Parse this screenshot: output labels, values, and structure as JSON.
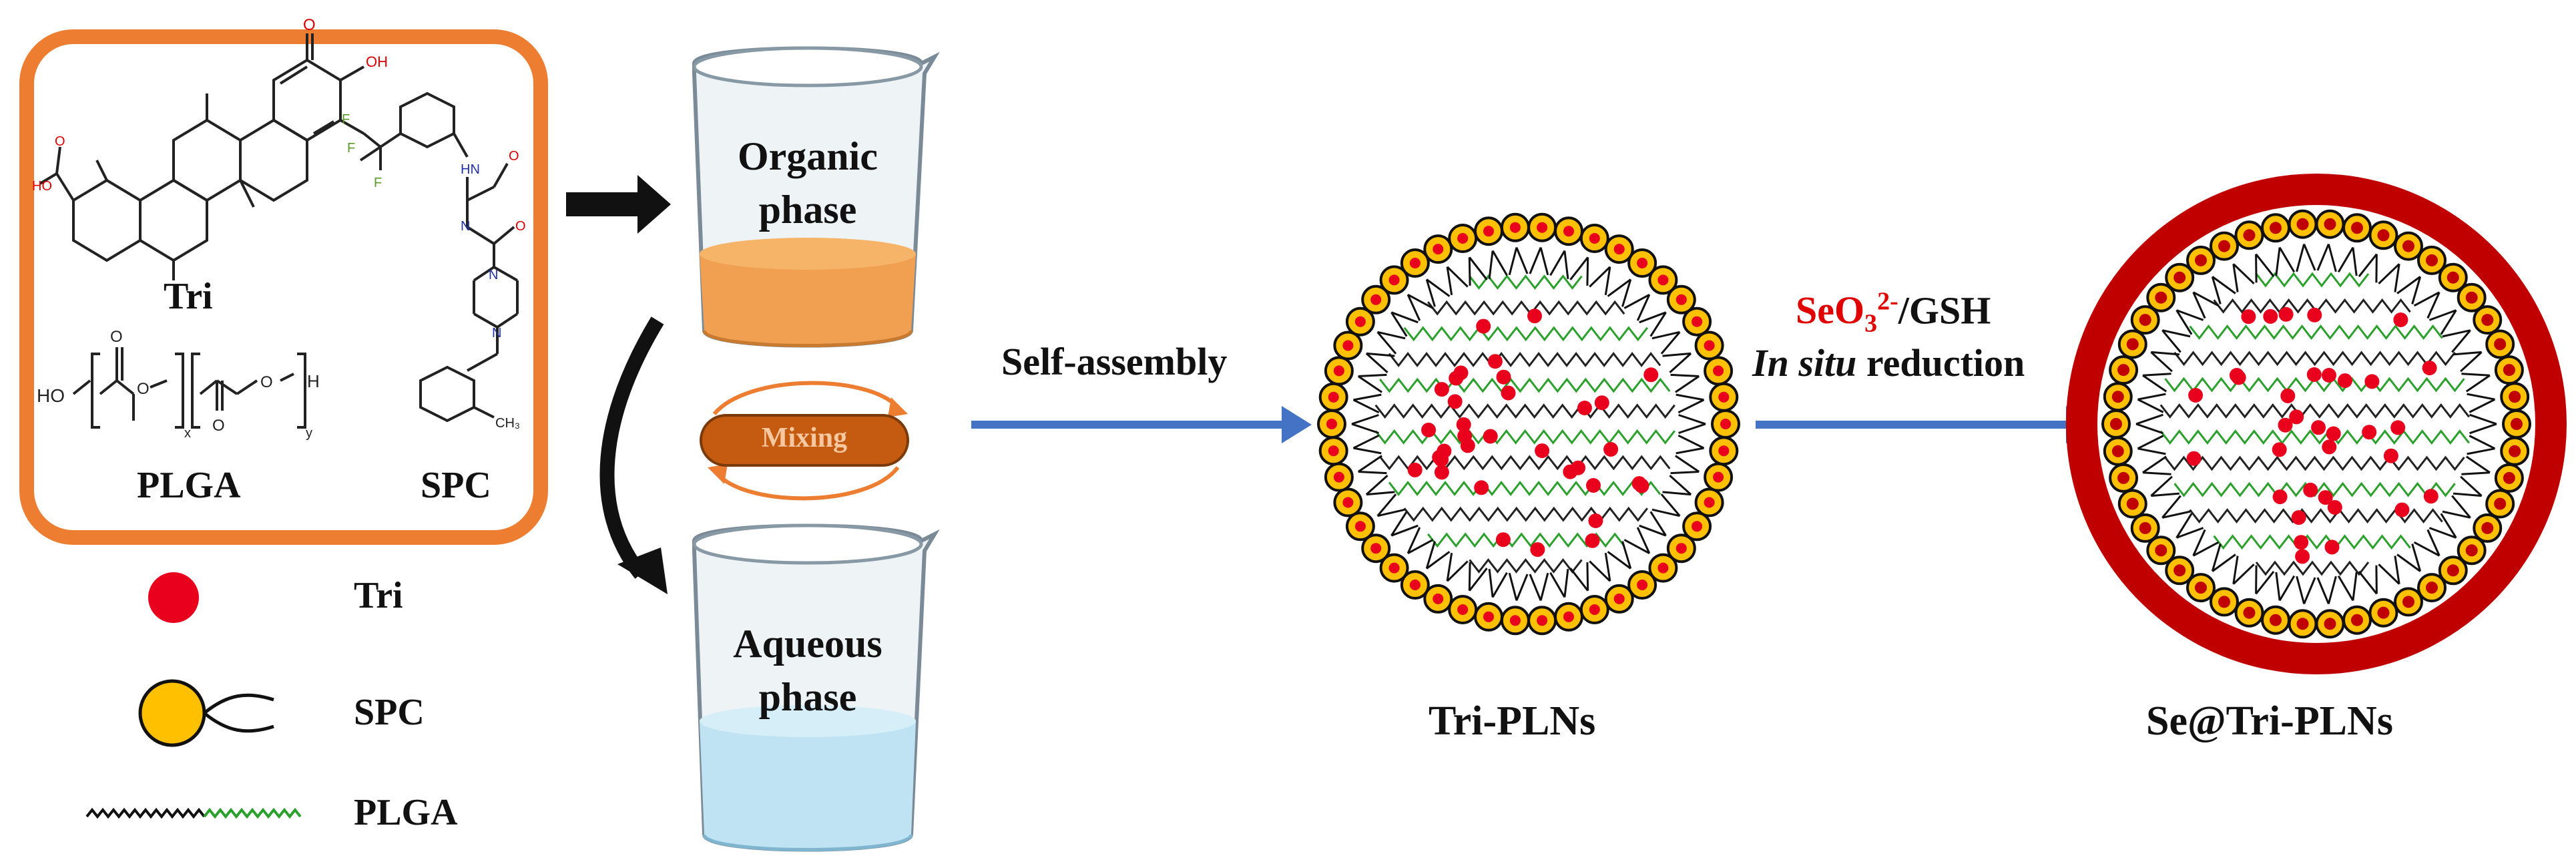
{
  "panel": {
    "tri_label": "Tri",
    "plga_label": "PLGA",
    "spc_label": "SPC",
    "border_color": "#ed7d31"
  },
  "legend": {
    "tri": "Tri",
    "spc": "SPC",
    "plga": "PLGA"
  },
  "beakers": {
    "organic_line1": "Organic",
    "organic_line2": "phase",
    "aqueous_line1": "Aqueous",
    "aqueous_line2": "phase",
    "mixing": "Mixing"
  },
  "steps": {
    "self_assembly": "Self-assembly",
    "seo3_base": "SeO",
    "seo3_sub": "3",
    "seo3_sup": "2-",
    "gsh": "/GSH",
    "in_situ": "In situ",
    "reduction": " reduction"
  },
  "products": {
    "tri_plns": "Tri-PLNs",
    "se_tri_plns": "Se@Tri-PLNs"
  },
  "colors": {
    "orange": "#ed7d31",
    "arrow_blue": "#4472c4",
    "tri_red": "#e8001c",
    "spc_yellow": "#ffc000",
    "plga_green": "#2ca02c",
    "se_red": "#c00000",
    "aqueous_blue": "#bfe3f2",
    "organic_orange": "#f0a050",
    "seo3_red": "#e00000"
  },
  "icons": [
    "arrow-right-icon",
    "curved-arrow-icon",
    "mixing-cycle-icon"
  ]
}
